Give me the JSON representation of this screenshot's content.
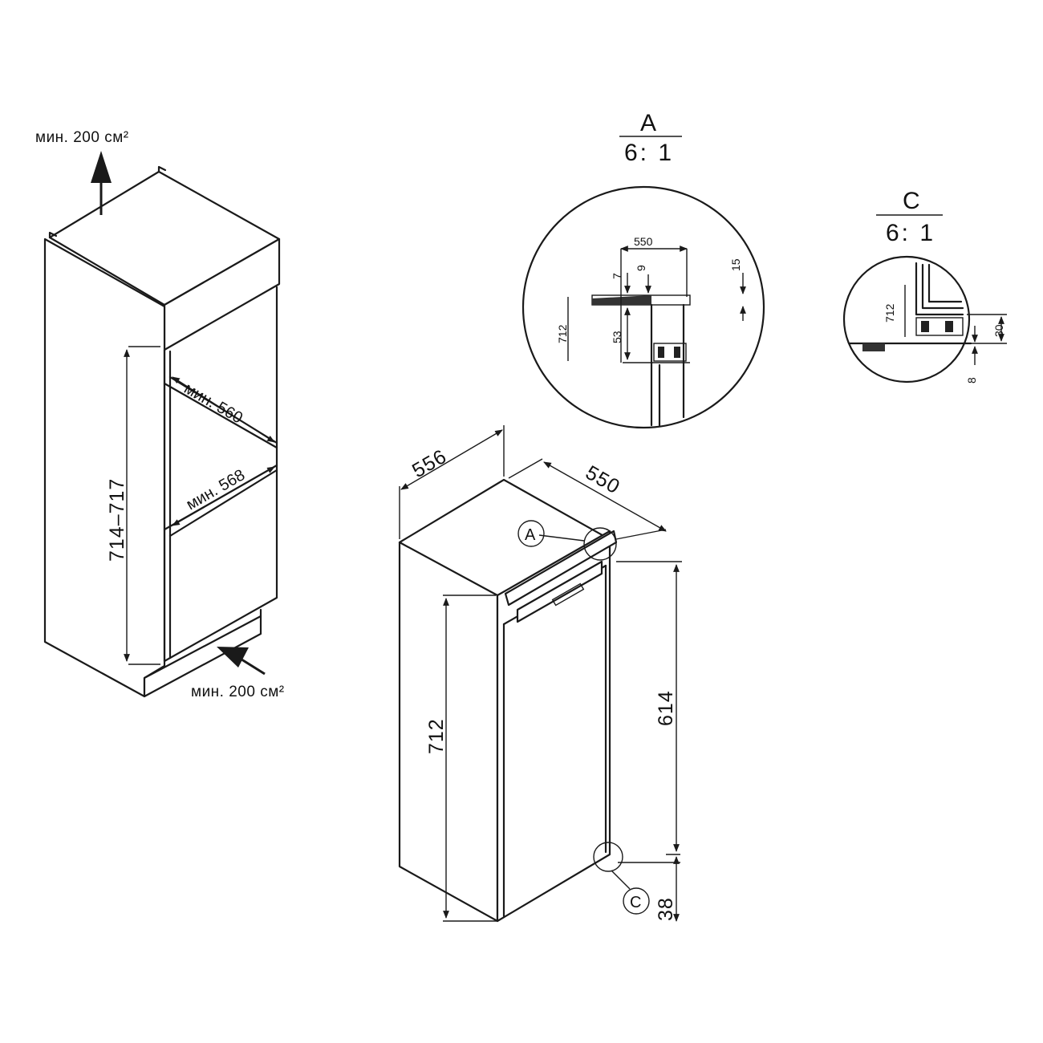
{
  "cabinet": {
    "vent_top": "мин. 200 см²",
    "vent_bottom": "мин. 200 см²",
    "depth_upper": "мин. 560",
    "depth_lower": "мин. 568",
    "niche_height": "714–717"
  },
  "appliance": {
    "depth": "556",
    "width": "550",
    "height": "712",
    "hinge_height": "614",
    "bottom_offset": "38",
    "marker_a": "A",
    "marker_c": "C"
  },
  "detail_a": {
    "title": "A",
    "scale": "6: 1",
    "dims": {
      "width": "550",
      "d7": "7",
      "d9": "9",
      "d15": "15",
      "d53": "53",
      "d712": "712"
    }
  },
  "detail_c": {
    "title": "C",
    "scale": "6: 1",
    "dims": {
      "d712": "712",
      "d30": "30",
      "d8": "8"
    }
  }
}
